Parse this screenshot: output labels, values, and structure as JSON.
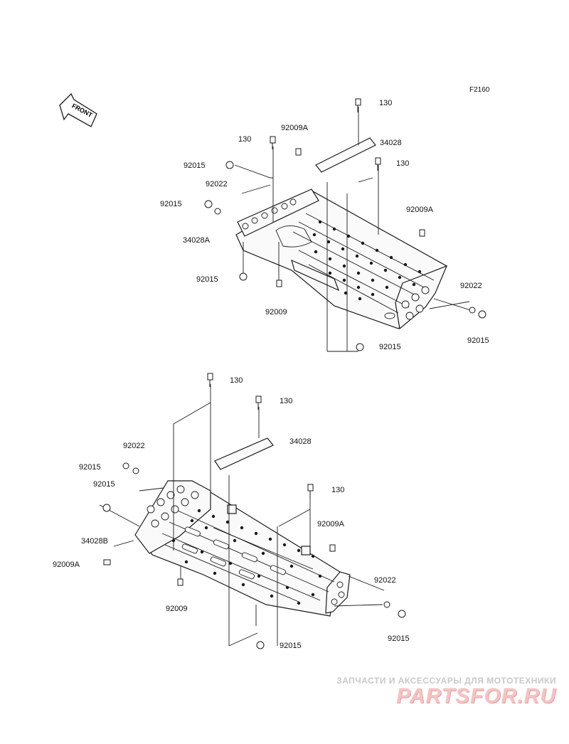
{
  "figure_code": "F2160",
  "front_label": "FRONT",
  "watermark": {
    "line1": "ЗАПЧАСТИ И АКСЕССУАРЫ ДЛЯ МОТОТЕХНИКИ",
    "line2": "PARTSFOR.RU"
  },
  "upper_callouts": [
    {
      "text": "130"
    },
    {
      "text": "130"
    },
    {
      "text": "92009A"
    },
    {
      "text": "34028"
    },
    {
      "text": "130"
    },
    {
      "text": "92015"
    },
    {
      "text": "92022"
    },
    {
      "text": "92015"
    },
    {
      "text": "92009A"
    },
    {
      "text": "34028A"
    },
    {
      "text": "92015"
    },
    {
      "text": "92009"
    },
    {
      "text": "92022"
    },
    {
      "text": "92015"
    },
    {
      "text": "92015"
    }
  ],
  "lower_callouts": [
    {
      "text": "130"
    },
    {
      "text": "130"
    },
    {
      "text": "34028"
    },
    {
      "text": "92022"
    },
    {
      "text": "92015"
    },
    {
      "text": "92015"
    },
    {
      "text": "130"
    },
    {
      "text": "92009A"
    },
    {
      "text": "34028B"
    },
    {
      "text": "92009A"
    },
    {
      "text": "92009"
    },
    {
      "text": "92022"
    },
    {
      "text": "92015"
    },
    {
      "text": "92015"
    }
  ]
}
